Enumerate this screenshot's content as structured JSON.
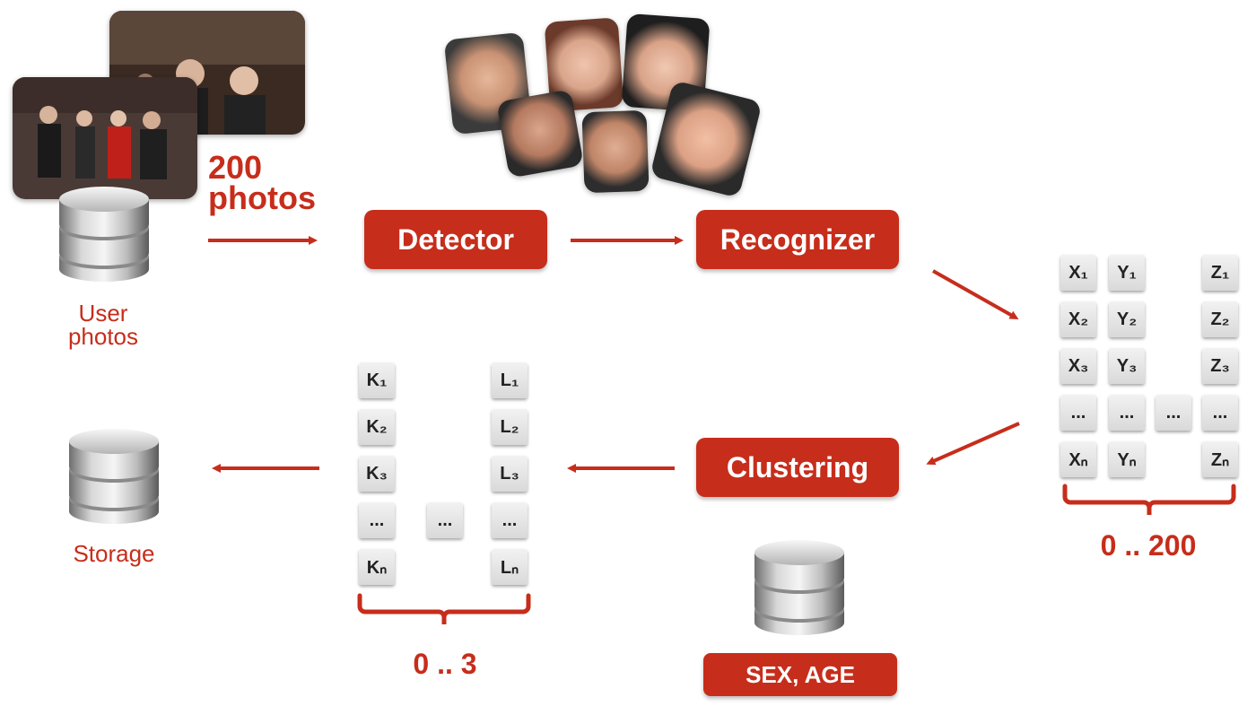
{
  "input": {
    "count_label_line1": "200",
    "count_label_line2": "photos",
    "db_caption_line1": "User",
    "db_caption_line2": "photos"
  },
  "steps": {
    "detector": "Detector",
    "recognizer": "Recognizer",
    "clustering": "Clustering"
  },
  "feature_matrix": {
    "rows": [
      [
        "X₁",
        "Y₁",
        "",
        "Z₁"
      ],
      [
        "X₂",
        "Y₂",
        "",
        "Z₂"
      ],
      [
        "X₃",
        "Y₃",
        "",
        "Z₃"
      ],
      [
        "...",
        "...",
        "...",
        "..."
      ],
      [
        "Xₙ",
        "Yₙ",
        "",
        "Zₙ"
      ]
    ],
    "range_label": "0 .. 200"
  },
  "cluster_matrix": {
    "rows": [
      [
        "K₁",
        "",
        "L₁"
      ],
      [
        "K₂",
        "",
        "L₂"
      ],
      [
        "K₃",
        "",
        "L₃"
      ],
      [
        "...",
        "...",
        "..."
      ],
      [
        "Kₙ",
        "",
        "Lₙ"
      ]
    ],
    "range_label": "0 .. 3"
  },
  "storage": {
    "caption": "Storage"
  },
  "attributes_db": {
    "label": "SEX, AGE"
  },
  "colors": {
    "accent": "#c72d1b"
  }
}
